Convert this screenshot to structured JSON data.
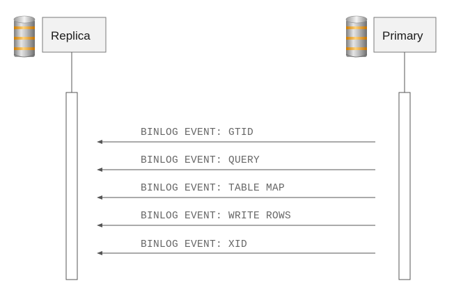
{
  "participants": {
    "replica": {
      "label": "Replica"
    },
    "primary": {
      "label": "Primary"
    }
  },
  "messages": [
    {
      "label": "BINLOG EVENT: GTID",
      "from": "primary",
      "to": "replica"
    },
    {
      "label": "BINLOG EVENT: QUERY",
      "from": "primary",
      "to": "replica"
    },
    {
      "label": "BINLOG EVENT: TABLE MAP",
      "from": "primary",
      "to": "replica"
    },
    {
      "label": "BINLOG EVENT: WRITE ROWS",
      "from": "primary",
      "to": "replica"
    },
    {
      "label": "BINLOG EVENT: XID",
      "from": "primary",
      "to": "replica"
    }
  ],
  "colors": {
    "box_fill": "#f2f2f2",
    "box_stroke": "#7a7a7a",
    "line": "#555555",
    "db_silver": "#a8a8a8",
    "db_band": "#f0a020"
  },
  "icons": {
    "database": "database-icon"
  }
}
